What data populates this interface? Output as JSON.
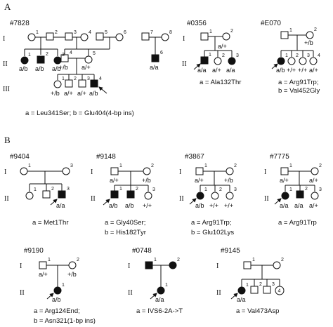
{
  "panels": {
    "a": "A",
    "b": "B"
  },
  "generations": [
    "I",
    "II",
    "III"
  ],
  "pedigrees": {
    "p7828": {
      "id": "#7828",
      "legend": "a = Leu341Ser; b = Glu404(4-bp ins)",
      "nums": [
        "1",
        "2",
        "3",
        "4",
        "5",
        "6",
        "7",
        "8",
        "1",
        "2",
        "3",
        "4",
        "5",
        "6",
        "1",
        "2",
        "3",
        "4"
      ],
      "genotypes": [
        "a/b",
        "a/b",
        "a/b",
        "+/b",
        "a/+",
        "a/a",
        "+/b",
        "a/+",
        "a/+",
        "a/b"
      ]
    },
    "p0356": {
      "id": "#0356",
      "legend": "a = Ala132Thr",
      "nums": [
        "1",
        "2",
        "1",
        "2",
        "3"
      ],
      "genotypes": [
        "a/+",
        "a/a",
        "a/+",
        "a/a"
      ]
    },
    "pE070": {
      "id": "#E070",
      "legend_a": "a = Arg91Trp;",
      "legend_b": "b = Val452Gly",
      "nums": [
        "1",
        "2",
        "1",
        "2",
        "3",
        "4"
      ],
      "genotypes": [
        "+/b",
        "a/b",
        "+/+",
        "+/+",
        "a/+"
      ]
    },
    "p9404": {
      "id": "#9404",
      "legend": "a = Met1Thr",
      "nums": [
        "1",
        "3",
        "1",
        "2",
        "3"
      ],
      "genotypes": [
        "a/a"
      ]
    },
    "p9148": {
      "id": "#9148",
      "legend_a": "a = Gly40Ser;",
      "legend_b": "b = His182Tyr",
      "nums": [
        "1",
        "2",
        "1",
        "2",
        "3"
      ],
      "genotypes": [
        "a/+",
        "+/b",
        "a/b",
        "a/b",
        "+/+"
      ]
    },
    "p3867": {
      "id": "#3867",
      "legend_a": "a = Arg91Trp;",
      "legend_b": "b = Glu102Lys",
      "nums": [
        "1",
        "2",
        "1",
        "2",
        "3"
      ],
      "genotypes": [
        "a/+",
        "+/b",
        "a/b",
        "+/+",
        "+/+"
      ]
    },
    "p7775": {
      "id": "#7775",
      "legend": "a = Arg91Trp",
      "nums": [
        "1",
        "2",
        "1",
        "2",
        "3"
      ],
      "genotypes": [
        "a/+",
        "a/+",
        "a/a",
        "a/a",
        "a/+"
      ]
    },
    "p9190": {
      "id": "#9190",
      "legend_a": "a = Arg124End;",
      "legend_b": "b = Asn321(1-bp ins)",
      "nums": [
        "1",
        "2",
        "1"
      ],
      "genotypes": [
        "a/+",
        "+/b",
        "a/b"
      ]
    },
    "p0748": {
      "id": "#0748",
      "legend": "a = IVS6-2A->T",
      "nums": [
        "1",
        "2",
        "1"
      ],
      "genotypes": [
        "a/a"
      ]
    },
    "p9145": {
      "id": "#9145",
      "legend": "a = Val473Asp",
      "nums": [
        "1",
        "2",
        "1",
        "2",
        "3",
        "4"
      ],
      "genotypes": [
        "a/a"
      ]
    }
  }
}
